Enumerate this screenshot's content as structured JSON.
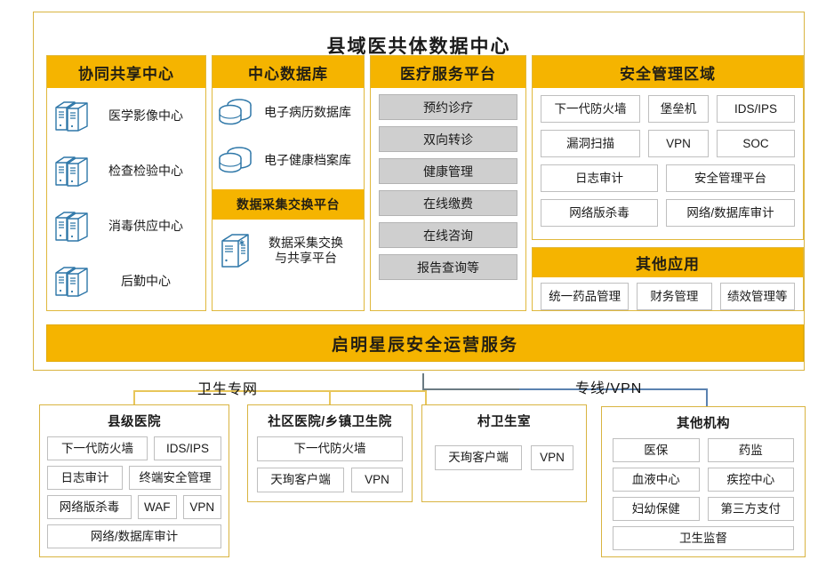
{
  "title": "县域医共体数据中心",
  "panels": {
    "collab": {
      "header": "协同共享中心",
      "items": [
        {
          "icon": "server-stack-icon",
          "label": "医学影像中心"
        },
        {
          "icon": "server-stack-icon",
          "label": "检查检验中心"
        },
        {
          "icon": "server-stack-icon",
          "label": "消毒供应中心"
        },
        {
          "icon": "server-stack-icon",
          "label": "后勤中心"
        }
      ]
    },
    "centraldb": {
      "header": "中心数据库",
      "items": [
        {
          "icon": "database-cylinder-icon",
          "label": "电子病历数据库"
        },
        {
          "icon": "database-cylinder-icon",
          "label": "电子健康档案库"
        }
      ],
      "sub_header": "数据采集交换平台",
      "sub_items": [
        {
          "icon": "server-single-icon",
          "label": "数据采集交换\n与共享平台"
        }
      ]
    },
    "medsvc": {
      "header": "医疗服务平台",
      "items": [
        "预约诊疗",
        "双向转诊",
        "健康管理",
        "在线缴费",
        "在线咨询",
        "报告查询等"
      ]
    },
    "security": {
      "header": "安全管理区域",
      "rows": [
        [
          "下一代防火墙",
          "堡垒机",
          "IDS/IPS"
        ],
        [
          "漏洞扫描",
          "VPN",
          "SOC"
        ],
        [
          "日志审计",
          "安全管理平台"
        ],
        [
          "网络版杀毒",
          "网络/数据库审计"
        ]
      ]
    },
    "otherapps": {
      "header": "其他应用",
      "rows": [
        [
          "统一药品管理",
          "财务管理",
          "绩效管理等"
        ]
      ]
    }
  },
  "banner": "启明星辰安全运营服务",
  "networks": {
    "health_net": "卫生专网",
    "leased_vpn": "专线/VPN"
  },
  "institutions": [
    {
      "name": "县级医院",
      "rows": [
        [
          "下一代防火墙",
          "IDS/IPS"
        ],
        [
          "日志审计",
          "终端安全管理"
        ],
        [
          "网络版杀毒",
          "WAF",
          "VPN"
        ],
        [
          "网络/数据库审计"
        ]
      ]
    },
    {
      "name": "社区医院/乡镇卫生院",
      "rows": [
        [
          "下一代防火墙"
        ],
        [
          "天珣客户端",
          "VPN"
        ]
      ]
    },
    {
      "name": "村卫生室",
      "rows": [
        [
          "天珣客户端",
          "VPN"
        ]
      ]
    },
    {
      "name": "其他机构",
      "rows": [
        [
          "医保",
          "药监"
        ],
        [
          "血液中心",
          "疾控中心"
        ],
        [
          "妇幼保健",
          "第三方支付"
        ],
        [
          "卫生监督"
        ]
      ]
    }
  ],
  "colors": {
    "brand_orange": "#f5b400",
    "frame_gold": "#d9b441",
    "chip_gray": "#cfcfcf",
    "icon_blue": "#2e77a8",
    "line_blue": "#5b82b0",
    "line_gray": "#6b7b83"
  }
}
